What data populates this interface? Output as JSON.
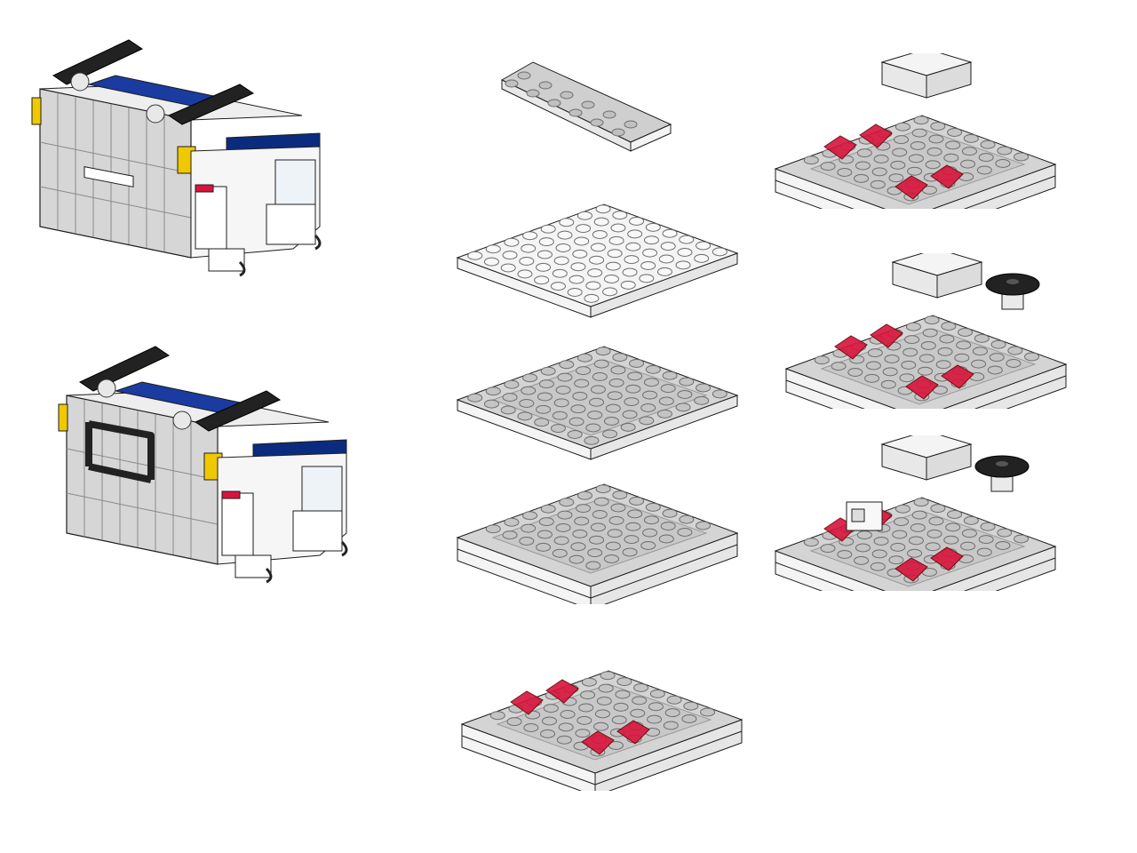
{
  "title": "",
  "colors": {
    "light_gray": "#d4d4d4",
    "light_gray_top": "#c8c8c8",
    "light_gray_side": "#b4b4b4",
    "dark_edge": "#1e1e1e",
    "white_top": "#f4f4f4",
    "white_side": "#e6e6e6",
    "blue": "#1a3ca0",
    "dark_blue": "#0b2c7e",
    "trans_red": "#d8143c",
    "trans_yellow": "#f0c800",
    "black": "#222222",
    "trans_clear": "#eef3f7"
  },
  "steps": [
    {
      "id": "model-front-a",
      "icon": "assembled-vehicle-module"
    },
    {
      "id": "model-front-b",
      "icon": "assembled-vehicle-module-with-handles"
    },
    {
      "id": "plate-2x6",
      "icon": "gray-plate-2x6"
    },
    {
      "id": "plate-8x8-white",
      "icon": "white-plate-8x8"
    },
    {
      "id": "plate-8x8-gray-on-white",
      "icon": "gray-plate-on-white-base"
    },
    {
      "id": "stacked-base",
      "icon": "stacked-base-plates"
    },
    {
      "id": "base-with-red-slopes",
      "icon": "base-with-trans-red-slopes"
    },
    {
      "id": "base-red-slopes-white-bricks",
      "icon": "base-with-white-bricks"
    },
    {
      "id": "base-with-dish",
      "icon": "base-with-black-dish"
    },
    {
      "id": "base-with-cabinet",
      "icon": "base-with-white-cabinet"
    }
  ]
}
